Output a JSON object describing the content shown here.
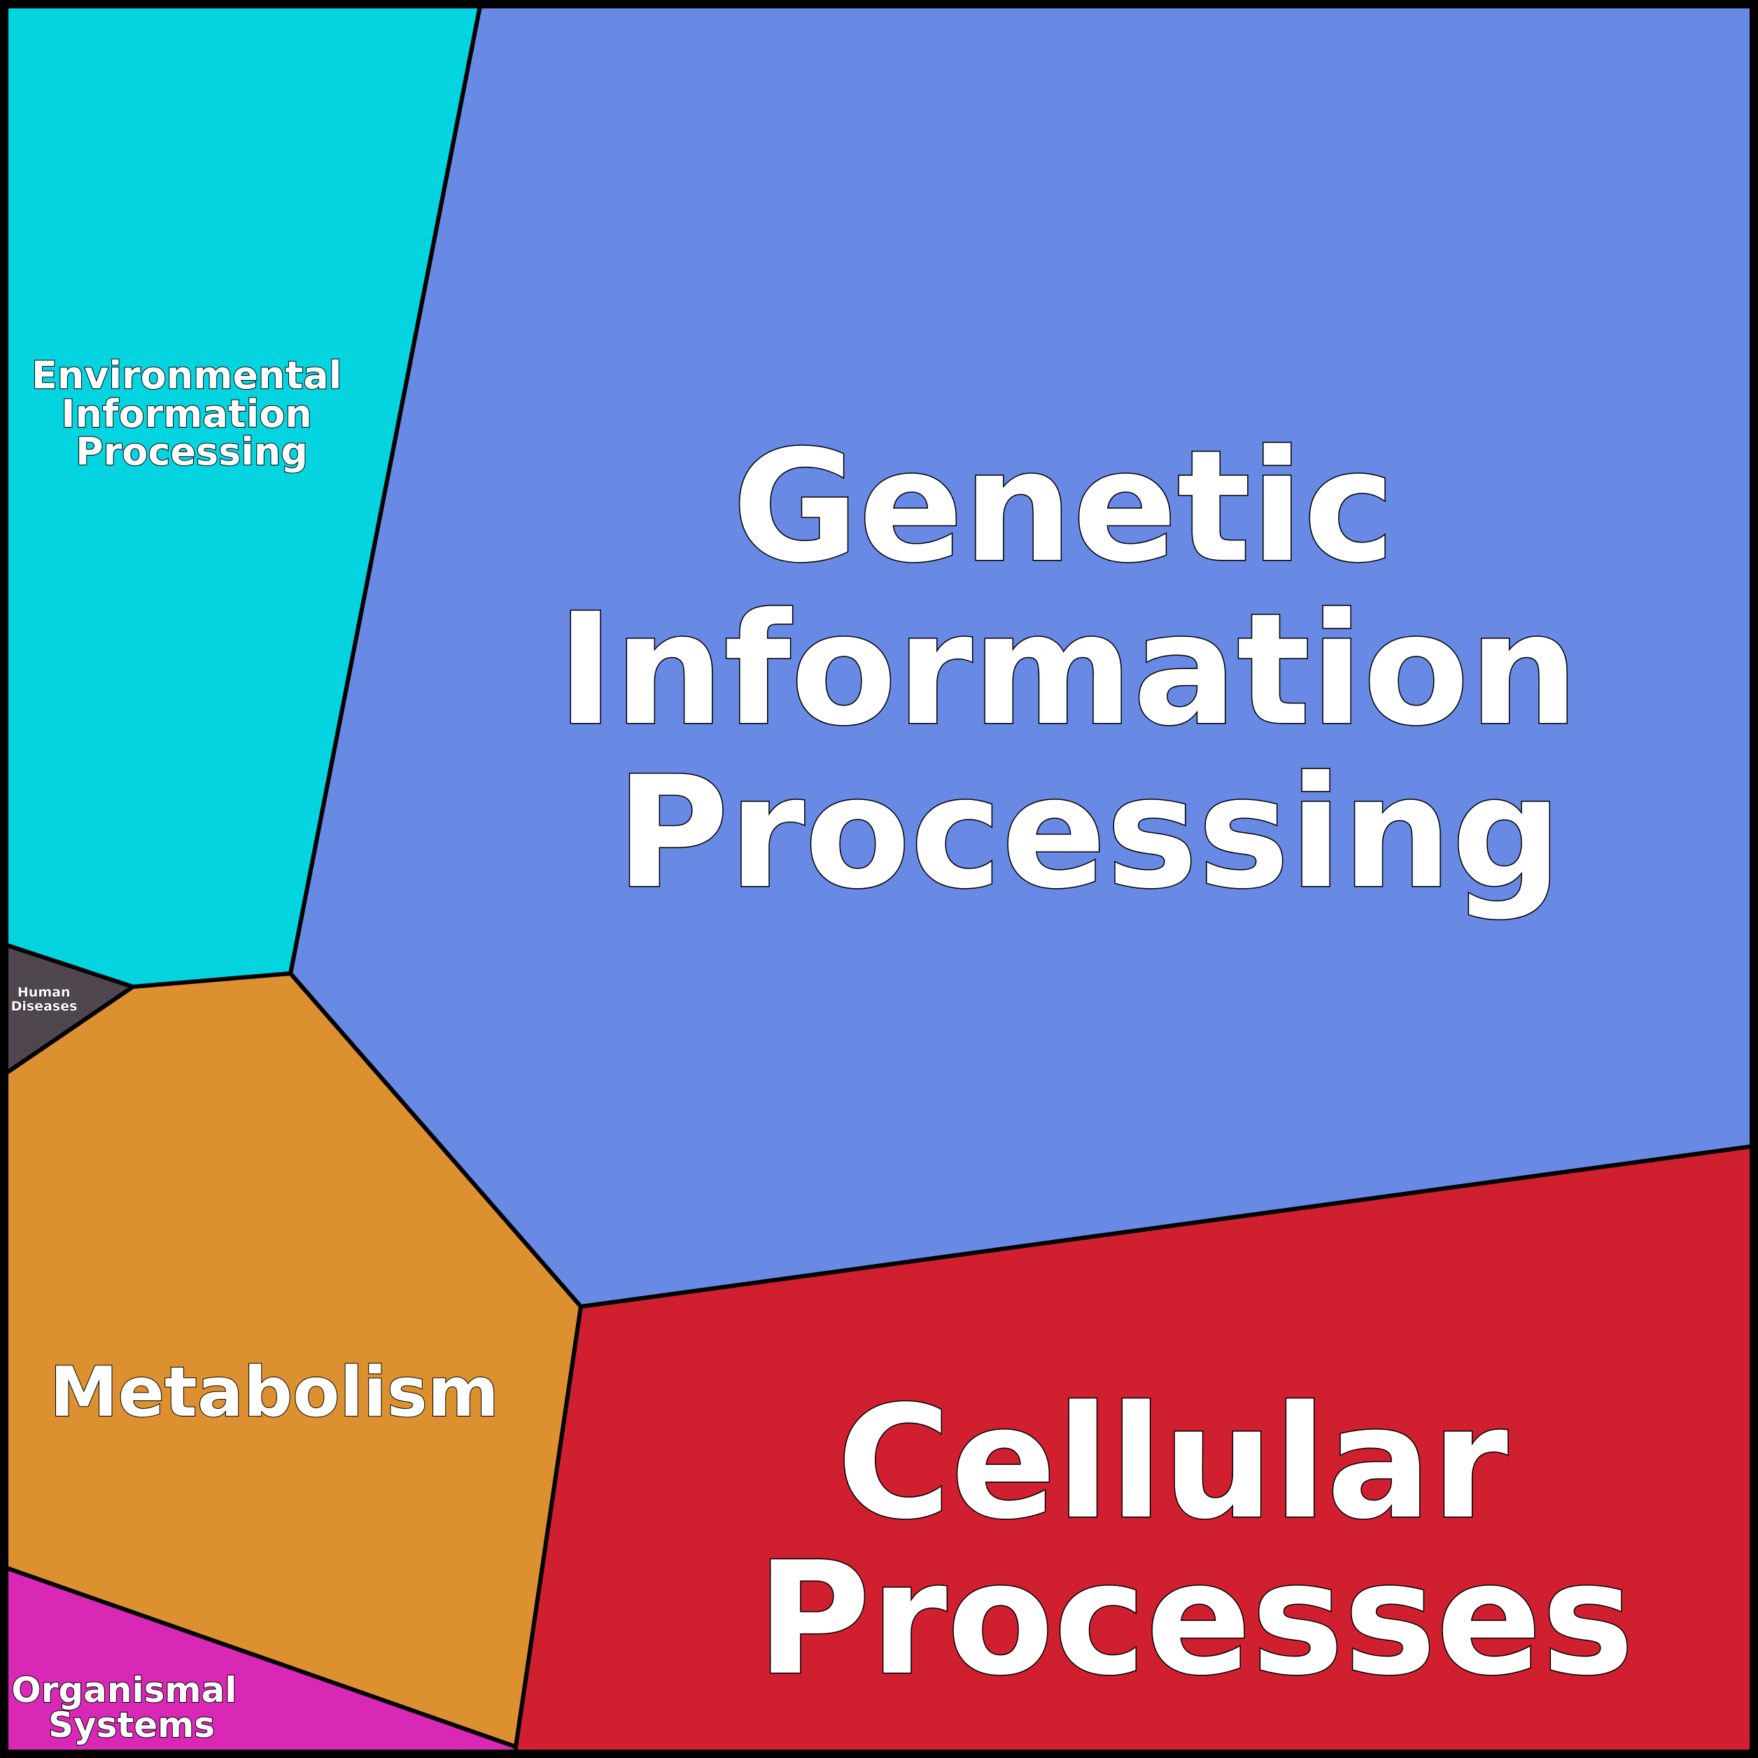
{
  "diagram": {
    "type": "voronoi-treemap",
    "cells": [
      {
        "id": "genetic",
        "label_lines": [
          "Genetic",
          "Information",
          "Processing"
        ],
        "color": "#6889E4"
      },
      {
        "id": "environmental",
        "label_lines": [
          "Environmental",
          "Information",
          "Processing"
        ],
        "color": "#03D4E0"
      },
      {
        "id": "human",
        "label_lines": [
          "Human",
          "Diseases"
        ],
        "color": "#4F464F"
      },
      {
        "id": "metabolism",
        "label_lines": [
          "Metabolism"
        ],
        "color": "#DC902F"
      },
      {
        "id": "organismal",
        "label_lines": [
          "Organismal",
          "Systems"
        ],
        "color": "#DA28B6"
      },
      {
        "id": "cellular",
        "label_lines": [
          "Cellular",
          "Processes"
        ],
        "color": "#D02030"
      }
    ]
  }
}
